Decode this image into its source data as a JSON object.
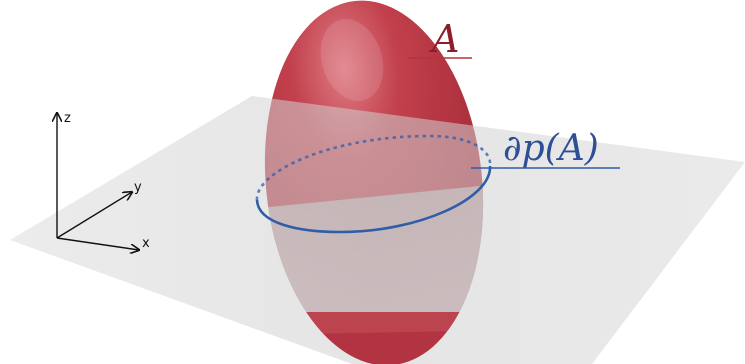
{
  "labels": {
    "set": "A",
    "boundary": "∂p(A)"
  },
  "axes": {
    "x": "x",
    "y": "y",
    "z": "z"
  },
  "colors": {
    "ellipsoid": "#b8323f",
    "ellipsoid_light": "#d2646d",
    "ellipsoid_dark": "#7e1d27",
    "plane": "#d4d4d4",
    "boundary_curve": "#2f5da8",
    "set_label": "#8c1e2a",
    "boundary_label": "#2d4f95"
  }
}
